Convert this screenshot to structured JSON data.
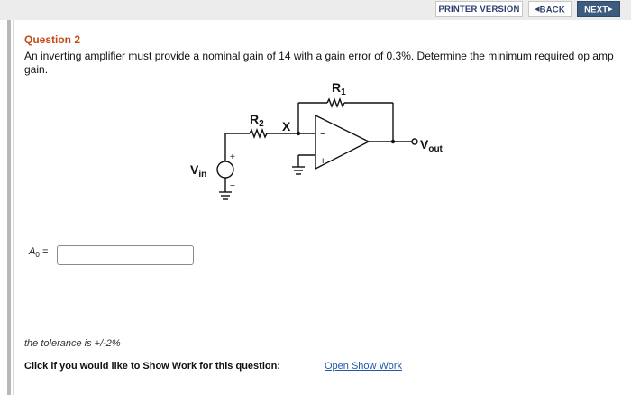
{
  "toolbar": {
    "printer_label": "PRINTER VERSION",
    "back_label": "BACK",
    "back_arrow": "◀",
    "next_label": "NEXT",
    "next_arrow": "▶"
  },
  "question": {
    "title": "Question 2",
    "text": "An inverting amplifier must provide a nominal gain of 14 with a gain error of 0.3%. Determine the minimum required op amp gain."
  },
  "circuit": {
    "r1_label": "R",
    "r1_sub": "1",
    "r2_label": "R",
    "r2_sub": "2",
    "x_label": "X",
    "vin_label": "V",
    "vin_sub": "in",
    "vout_label": "V",
    "vout_sub": "out",
    "plus": "+",
    "minus": "−"
  },
  "answer": {
    "label": "A",
    "label_sub": "0",
    "label_suffix": " =",
    "value": ""
  },
  "tolerance_text": "the tolerance is +/-2%",
  "show_work": {
    "prompt": "Click if you would like to Show Work for this question:",
    "link": "Open Show Work"
  }
}
